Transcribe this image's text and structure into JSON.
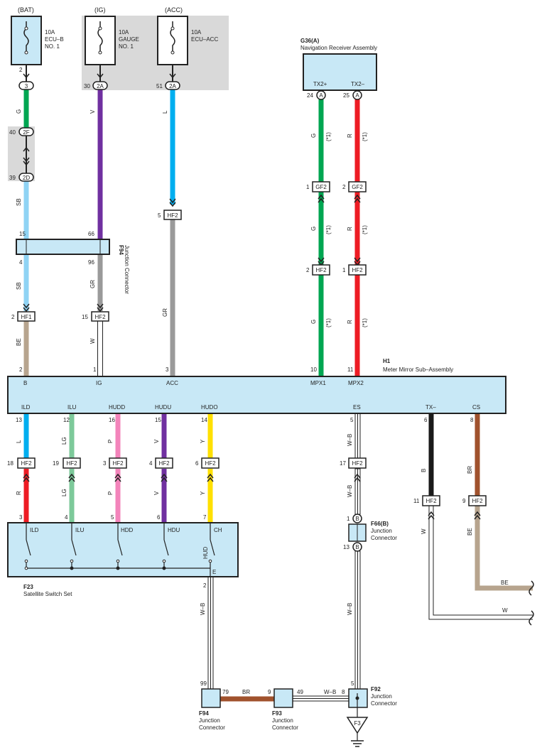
{
  "sources": [
    {
      "id": "bat",
      "label": "(BAT)",
      "fuse": [
        "10A",
        "ECU–B",
        "NO. 1"
      ]
    },
    {
      "id": "ig",
      "label": "(IG)",
      "fuse": [
        "10A",
        "GAUGE",
        "NO. 1"
      ]
    },
    {
      "id": "acc",
      "label": "(ACC)",
      "fuse": [
        "10A",
        "ECU–ACC"
      ]
    }
  ],
  "pins": {
    "bat_fuse_pin": "2",
    "bat_conn_pin": "3",
    "ig_pin": "30",
    "ig_conn": "2A",
    "acc_pin": "51",
    "acc_conn": "2A",
    "j40": "40",
    "j40c": "2F",
    "j39": "39",
    "j39c": "2D",
    "acc_hf2_pin": "5",
    "hf2": "HF2",
    "hf1": "HF1",
    "f94_15": "15",
    "f94_66": "66",
    "f94_4": "4",
    "f94_96": "96",
    "hf1_pin": "2",
    "hf2_ig_pin": "15",
    "nav_24": "24",
    "nav_25": "25",
    "conn_a": "A",
    "gf2": "GF2",
    "gf2_1": "1",
    "gf2_2": "2",
    "hf2_mpx1": "2",
    "hf2_mpx2": "1",
    "h1_2": "2",
    "h1_1": "1",
    "h1_3": "3",
    "h1_10": "10",
    "h1_11": "11",
    "h1_13": "13",
    "h1_12": "12",
    "h1_16": "16",
    "h1_15": "15",
    "h1_14": "14",
    "h1_5": "5",
    "h1_6": "6",
    "h1_8": "8",
    "sw_hf2_18": "18",
    "sw_hf2_19": "19",
    "sw_hf2_3": "3",
    "sw_hf2_4": "4",
    "sw_hf2_6": "6",
    "es_hf2": "17",
    "tx_hf2": "11",
    "cs_hf2": "9",
    "f23_3": "3",
    "f23_4": "4",
    "f23_5": "5",
    "f23_6": "6",
    "f23_7": "7",
    "f23_2": "2",
    "f66_1": "1",
    "f66_13": "13",
    "f66_b": "B",
    "f94_99": "99",
    "f94_79": "79",
    "f93_9": "9",
    "f93_49": "49",
    "f92_8": "8",
    "f92_5": "5"
  },
  "wire_colors": {
    "g": "G",
    "v": "V",
    "l": "L",
    "sb": "SB",
    "gr": "GR",
    "be": "BE",
    "w": "W",
    "r": "R",
    "lg": "LG",
    "p": "P",
    "y": "Y",
    "wb": "W–B",
    "b": "B",
    "br": "BR",
    "star1": "(*1)"
  },
  "components": {
    "f94_jc": {
      "code": "F94",
      "name": "Junction Connector"
    },
    "g36": {
      "code": "G36(A)",
      "name": "Navigation Receiver Assembly",
      "tx_plus": "TX2+",
      "tx_minus": "TX2–"
    },
    "h1": {
      "code": "H1",
      "name": "Meter Mirror Sub–Assembly",
      "top_terms": [
        "B",
        "IG",
        "ACC",
        "MPX1",
        "MPX2"
      ],
      "bottom_terms": [
        "ILD",
        "ILU",
        "HUDD",
        "HUDU",
        "HUDO",
        "ES",
        "TX–",
        "CS"
      ]
    },
    "f23": {
      "code": "F23",
      "name": "Satellite Switch Set",
      "switches": [
        "ILD",
        "ILU",
        "HDD",
        "HDU",
        "CH"
      ],
      "hud": "HUD",
      "e": "E"
    },
    "f66": {
      "code": "F66(B)",
      "name1": "Junction",
      "name2": "Connector"
    },
    "f94_bottom": {
      "code": "F94",
      "name1": "Junction",
      "name2": "Connector"
    },
    "f93": {
      "code": "F93",
      "name1": "Junction",
      "name2": "Connector"
    },
    "f92": {
      "code": "F92",
      "name1": "Junction",
      "name2": "Connector"
    },
    "ground": "F3"
  },
  "colors": {
    "green": "#00a651",
    "violet": "#7030a0",
    "blue": "#00aeef",
    "skyblue": "#8fd3f4",
    "gray": "#9a9a9a",
    "beige": "#b7a48e",
    "red": "#ed1c24",
    "lightgreen": "#7dc99a",
    "pink": "#f384bb",
    "yellow": "#ffe000",
    "black": "#1a1a1a",
    "brown": "#a0522d",
    "box": "#c8e8f6",
    "shade": "#d9d9d9"
  }
}
